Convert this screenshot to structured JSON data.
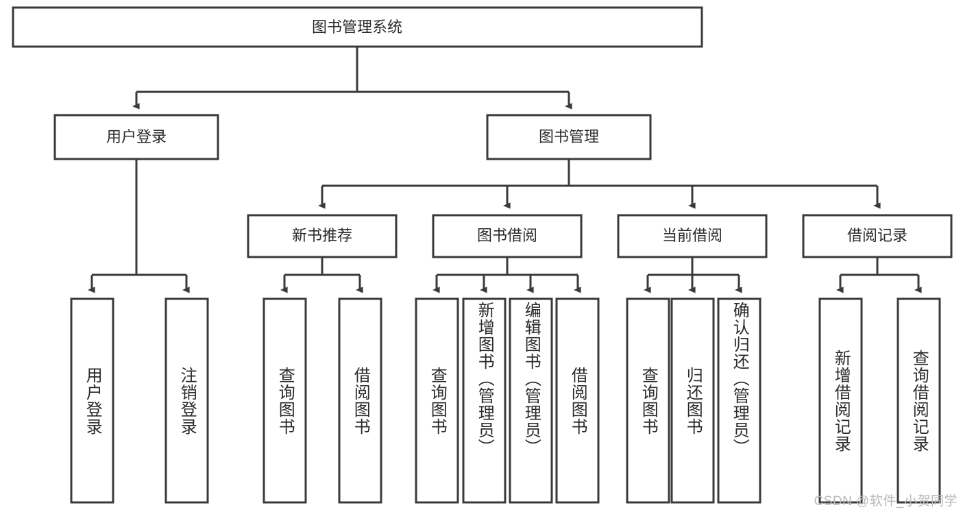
{
  "diagram": {
    "type": "tree",
    "title": "图书管理系统",
    "watermark": "CSDN @软件_小贺同学",
    "colors": {
      "stroke": "#3a3a3c",
      "fill": "#ffffff",
      "text": "#2b2b2b",
      "watermark": "#b9b9bb",
      "background": "#ffffff"
    },
    "root": {
      "label": "图书管理系统"
    },
    "level2": [
      {
        "label": "用户登录"
      },
      {
        "label": "图书管理"
      }
    ],
    "level3": [
      {
        "label": "新书推荐"
      },
      {
        "label": "图书借阅"
      },
      {
        "label": "当前借阅"
      },
      {
        "label": "借阅记录"
      }
    ],
    "leaves": {
      "user_login": [
        {
          "label": "用户登录"
        },
        {
          "label": "注销登录"
        }
      ],
      "new_book_recommend": [
        {
          "label": "查询图书"
        },
        {
          "label": "借阅图书"
        }
      ],
      "book_borrow": [
        {
          "label": "查询图书"
        },
        {
          "label": "新增图书（管理员）"
        },
        {
          "label": "编辑图书（管理员）"
        },
        {
          "label": "借阅图书"
        }
      ],
      "current_borrow": [
        {
          "label": "查询图书"
        },
        {
          "label": "归还图书"
        },
        {
          "label": "确认归还（管理员）"
        }
      ],
      "borrow_records": [
        {
          "label": "新增借阅记录"
        },
        {
          "label": "查询借阅记录"
        }
      ]
    }
  }
}
